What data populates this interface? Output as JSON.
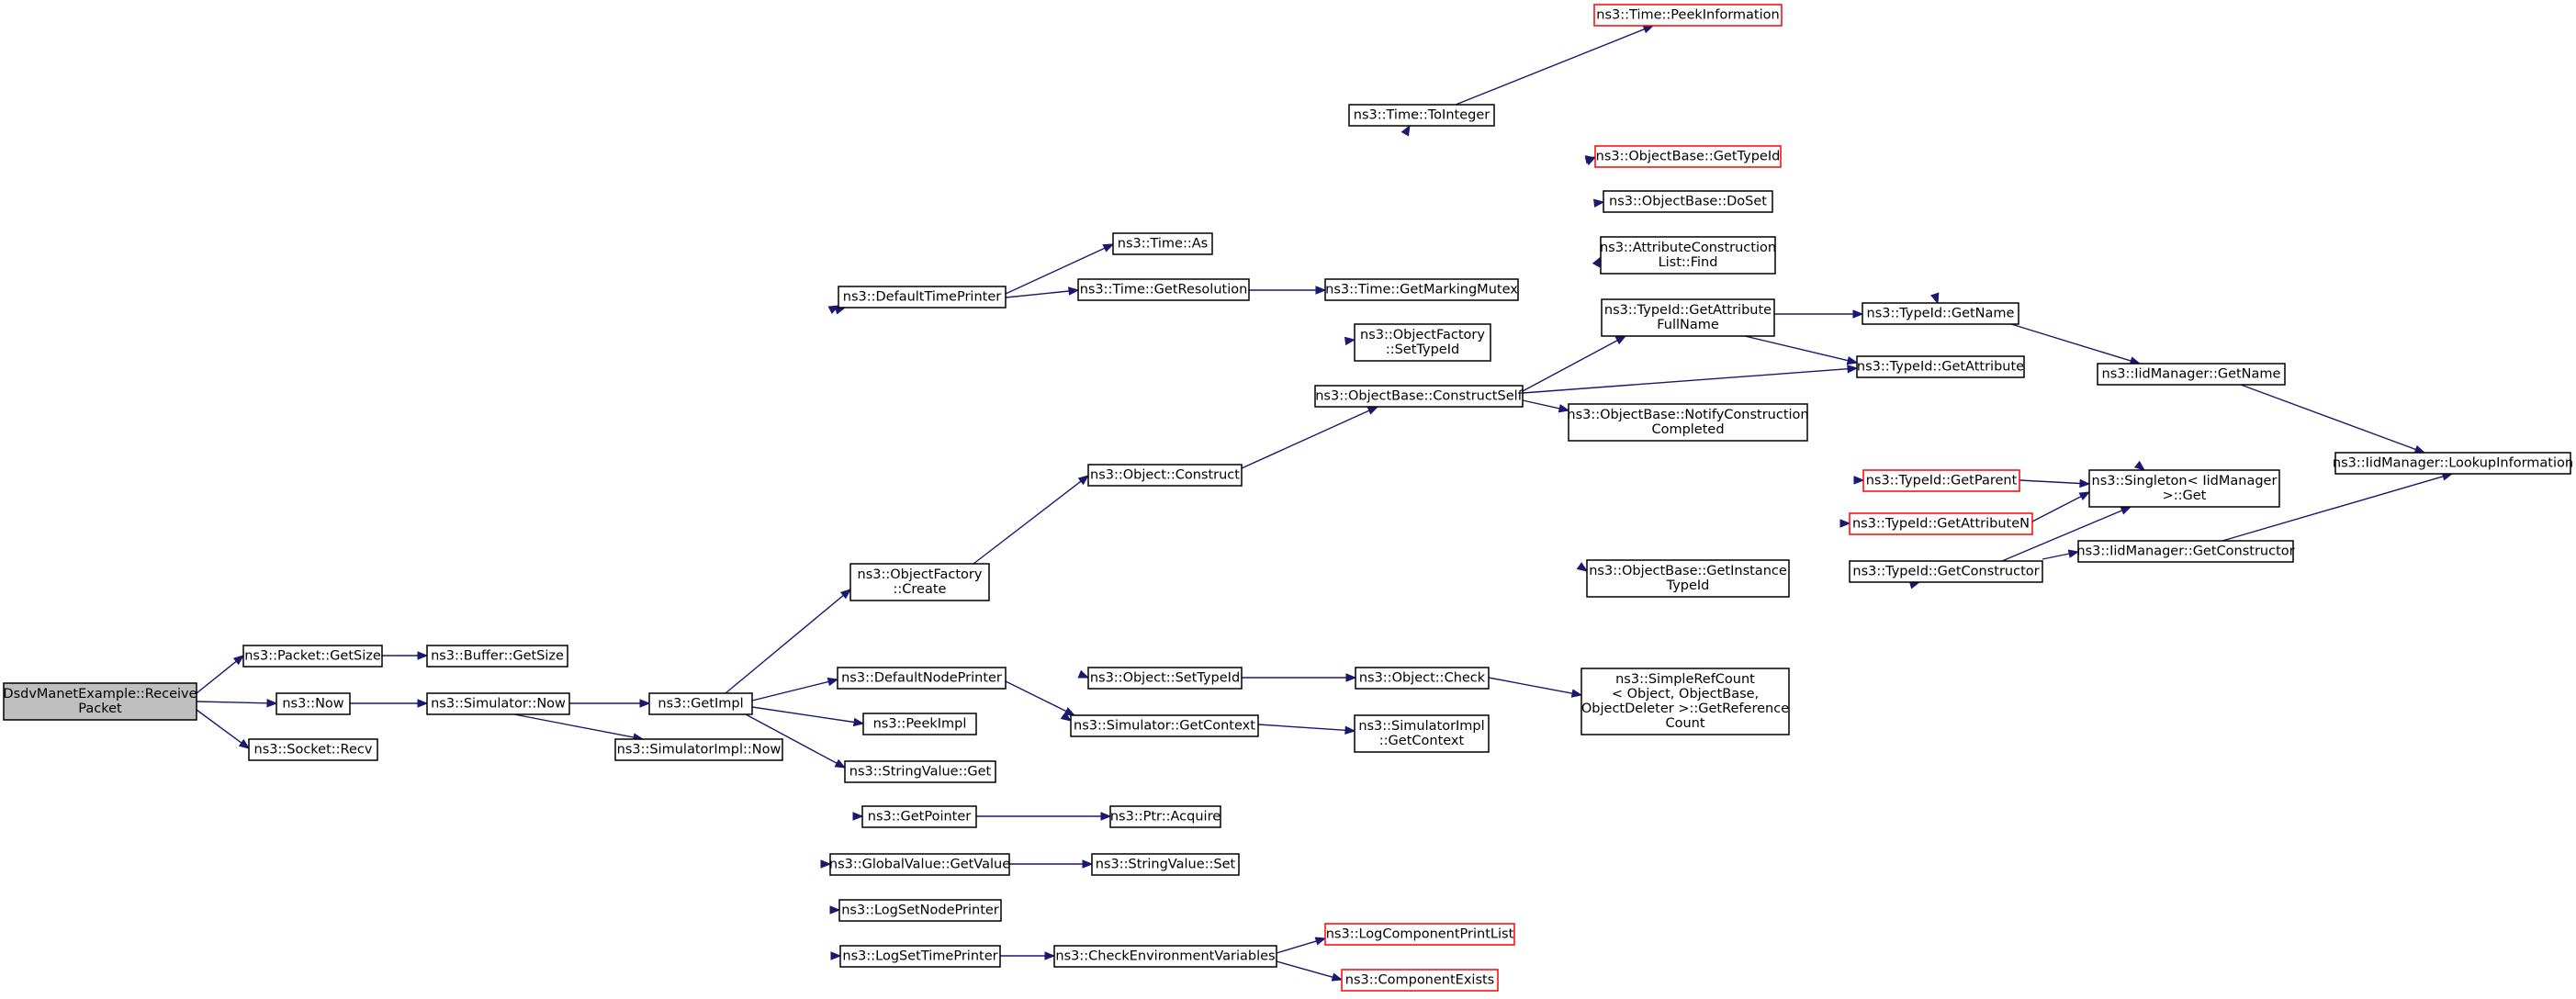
{
  "graph": {
    "colors": {
      "edge": "#191970",
      "root_fill": "#bfbfbf",
      "node_fill": "#ffffff",
      "node_border": "#000000",
      "truncated_border": "#ff0000"
    },
    "nodes": [
      {
        "id": "root",
        "lines": [
          "DsdvManetExample::Receive",
          "Packet"
        ],
        "root": true
      },
      {
        "id": "pkt_getsize",
        "lines": [
          "ns3::Packet::GetSize"
        ]
      },
      {
        "id": "now",
        "lines": [
          "ns3::Now"
        ]
      },
      {
        "id": "sock_recv",
        "lines": [
          "ns3::Socket::Recv"
        ]
      },
      {
        "id": "buf_getsize",
        "lines": [
          "ns3::Buffer::GetSize"
        ]
      },
      {
        "id": "sim_now",
        "lines": [
          "ns3::Simulator::Now"
        ]
      },
      {
        "id": "getimpl",
        "lines": [
          "ns3::GetImpl"
        ]
      },
      {
        "id": "simimpl_now",
        "lines": [
          "ns3::SimulatorImpl::Now"
        ]
      },
      {
        "id": "default_tp",
        "lines": [
          "ns3::DefaultTimePrinter"
        ]
      },
      {
        "id": "objfac_create",
        "lines": [
          "ns3::ObjectFactory",
          "::Create"
        ]
      },
      {
        "id": "default_np",
        "lines": [
          "ns3::DefaultNodePrinter"
        ]
      },
      {
        "id": "peekimpl",
        "lines": [
          "ns3::PeekImpl"
        ]
      },
      {
        "id": "strval_get",
        "lines": [
          "ns3::StringValue::Get"
        ]
      },
      {
        "id": "getpointer",
        "lines": [
          "ns3::GetPointer"
        ]
      },
      {
        "id": "gv_getvalue",
        "lines": [
          "ns3::GlobalValue::GetValue"
        ]
      },
      {
        "id": "logset_np",
        "lines": [
          "ns3::LogSetNodePrinter"
        ]
      },
      {
        "id": "logset_tp",
        "lines": [
          "ns3::LogSetTimePrinter"
        ]
      },
      {
        "id": "time_as",
        "lines": [
          "ns3::Time::As"
        ]
      },
      {
        "id": "time_getres",
        "lines": [
          "ns3::Time::GetResolution"
        ]
      },
      {
        "id": "obj_construct",
        "lines": [
          "ns3::Object::Construct"
        ]
      },
      {
        "id": "obj_settypeid",
        "lines": [
          "ns3::Object::SetTypeId"
        ]
      },
      {
        "id": "sim_getctx",
        "lines": [
          "ns3::Simulator::GetContext"
        ]
      },
      {
        "id": "ptr_acquire",
        "lines": [
          "ns3::Ptr::Acquire"
        ]
      },
      {
        "id": "strval_set",
        "lines": [
          "ns3::StringValue::Set"
        ]
      },
      {
        "id": "checkenv",
        "lines": [
          "ns3::CheckEnvironmentVariables"
        ]
      },
      {
        "id": "time_toint",
        "lines": [
          "ns3::Time::ToInteger"
        ]
      },
      {
        "id": "time_getmm",
        "lines": [
          "ns3::Time::GetMarkingMutex"
        ]
      },
      {
        "id": "objfac_settid",
        "lines": [
          "ns3::ObjectFactory",
          "::SetTypeId"
        ]
      },
      {
        "id": "ob_constructself",
        "lines": [
          "ns3::ObjectBase::ConstructSelf"
        ]
      },
      {
        "id": "obj_check",
        "lines": [
          "ns3::Object::Check"
        ]
      },
      {
        "id": "simimpl_getctx",
        "lines": [
          "ns3::SimulatorImpl",
          "::GetContext"
        ]
      },
      {
        "id": "lc_printlist",
        "lines": [
          "ns3::LogComponentPrintList"
        ],
        "truncated": true
      },
      {
        "id": "comp_exists",
        "lines": [
          "ns3::ComponentExists"
        ],
        "truncated": true
      },
      {
        "id": "time_peekinfo",
        "lines": [
          "ns3::Time::PeekInformation"
        ],
        "truncated": true
      },
      {
        "id": "ob_gettypeid",
        "lines": [
          "ns3::ObjectBase::GetTypeId"
        ],
        "truncated": true
      },
      {
        "id": "ob_doset",
        "lines": [
          "ns3::ObjectBase::DoSet"
        ]
      },
      {
        "id": "acl_find",
        "lines": [
          "ns3::AttributeConstruction",
          "List::Find"
        ]
      },
      {
        "id": "tid_getattrfull",
        "lines": [
          "ns3::TypeId::GetAttribute",
          "FullName"
        ]
      },
      {
        "id": "ob_notify",
        "lines": [
          "ns3::ObjectBase::NotifyConstruction",
          "Completed"
        ]
      },
      {
        "id": "ob_getinst",
        "lines": [
          "ns3::ObjectBase::GetInstance",
          "TypeId"
        ]
      },
      {
        "id": "simplerefcount",
        "lines": [
          "ns3::SimpleRefCount",
          "< Object, ObjectBase,",
          "ObjectDeleter >::GetReference",
          "Count"
        ]
      },
      {
        "id": "tid_getname",
        "lines": [
          "ns3::TypeId::GetName"
        ]
      },
      {
        "id": "tid_getattr",
        "lines": [
          "ns3::TypeId::GetAttribute"
        ]
      },
      {
        "id": "tid_getparent",
        "lines": [
          "ns3::TypeId::GetParent"
        ],
        "truncated": true
      },
      {
        "id": "tid_getattrn",
        "lines": [
          "ns3::TypeId::GetAttributeN"
        ],
        "truncated": true
      },
      {
        "id": "tid_getctor",
        "lines": [
          "ns3::TypeId::GetConstructor"
        ]
      },
      {
        "id": "iid_getname",
        "lines": [
          "ns3::IidManager::GetName"
        ]
      },
      {
        "id": "singleton_get",
        "lines": [
          "ns3::Singleton< IidManager",
          ">::Get"
        ]
      },
      {
        "id": "iid_getctor",
        "lines": [
          "ns3::IidManager::GetConstructor"
        ]
      },
      {
        "id": "iid_lookup",
        "lines": [
          "ns3::IidManager::LookupInformation"
        ]
      }
    ]
  }
}
